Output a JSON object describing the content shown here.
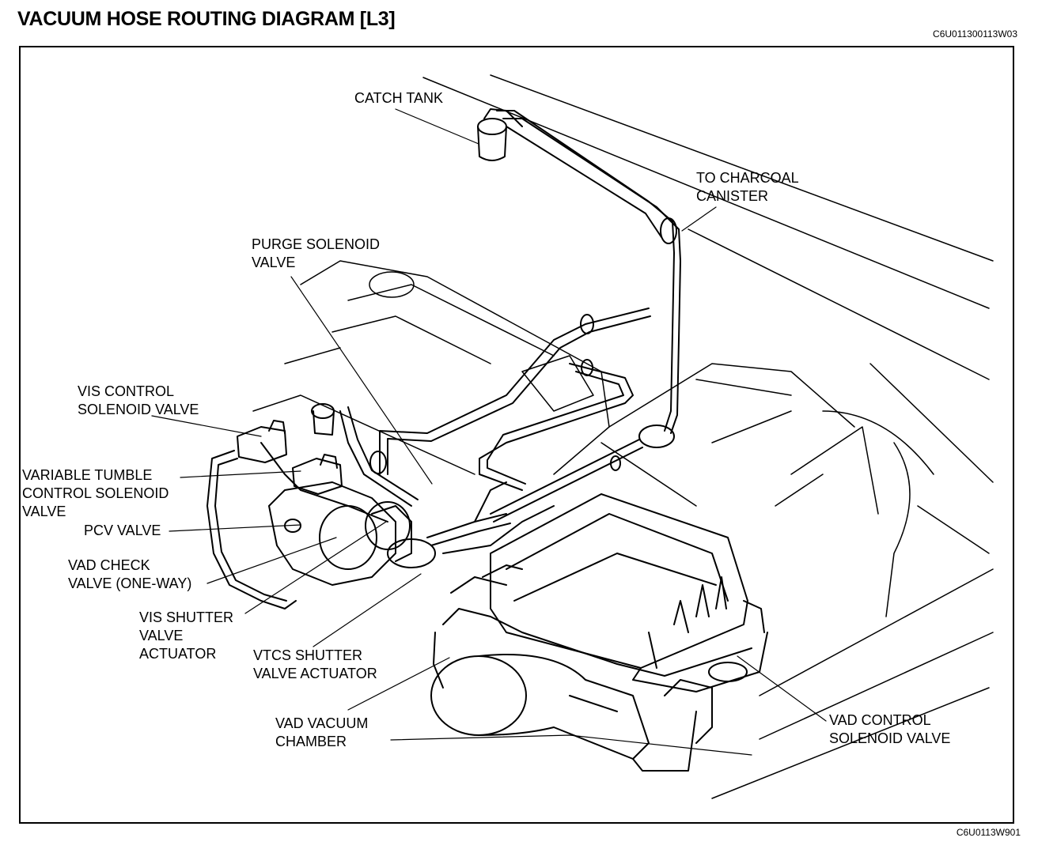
{
  "title": "VACUUM HOSE ROUTING DIAGRAM [L3]",
  "doc_code_top": "C6U011300113W03",
  "doc_code_bottom": "C6U0113W901",
  "labels": {
    "catch_tank": "CATCH TANK",
    "to_charcoal_canister": "TO CHARCOAL\nCANISTER",
    "purge_solenoid_valve": "PURGE SOLENOID\nVALVE",
    "vis_control_solenoid_valve": "VIS CONTROL\nSOLENOID VALVE",
    "variable_tumble_control_solenoid_valve": "VARIABLE TUMBLE\nCONTROL SOLENOID\nVALVE",
    "pcv_valve": "PCV VALVE",
    "vad_check_valve": "VAD CHECK\nVALVE (ONE-WAY)",
    "vis_shutter_valve_actuator": "VIS SHUTTER\nVALVE\nACTUATOR",
    "vtcs_shutter_valve_actuator": "VTCS SHUTTER\nVALVE ACTUATOR",
    "vad_vacuum_chamber": "VAD VACUUM\nCHAMBER",
    "vad_control_solenoid_valve": "VAD CONTROL\nSOLENOID VALVE"
  }
}
